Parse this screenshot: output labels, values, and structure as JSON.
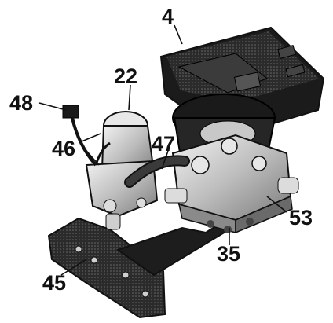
{
  "callouts": {
    "part_4": "4",
    "part_22": "22",
    "part_48": "48",
    "part_46": "46",
    "part_47": "47",
    "part_53": "53",
    "part_35": "35",
    "part_45": "45"
  },
  "colors": {
    "ink": "#111111",
    "dark_metal": "#2a2a2a",
    "mid_metal": "#8a8a8a",
    "light_metal": "#d6d6d6",
    "background": "#ffffff"
  }
}
